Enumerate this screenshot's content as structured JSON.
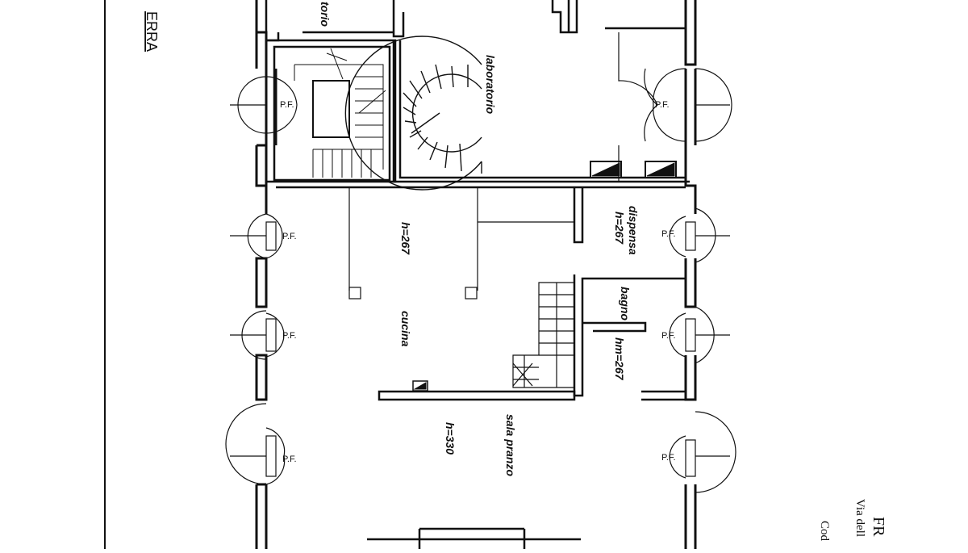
{
  "sheet": {
    "partial_title": "ERRA",
    "stamp_lines": [
      "FR",
      "Via dell",
      "Cod"
    ]
  },
  "rooms": {
    "top_room": "torio",
    "laboratorio": "laboratorio",
    "dispensa": "dispensa",
    "dispensa_h": "h=267",
    "cucina_h": "h=267",
    "cucina": "cucina",
    "bagno": "bagno",
    "bagno_h": "hm=267",
    "sala": "sala pranzo",
    "sala_h": "h=330"
  },
  "door_label": "P.F.",
  "colors": {
    "ink": "#111111",
    "paper": "#ffffff"
  }
}
